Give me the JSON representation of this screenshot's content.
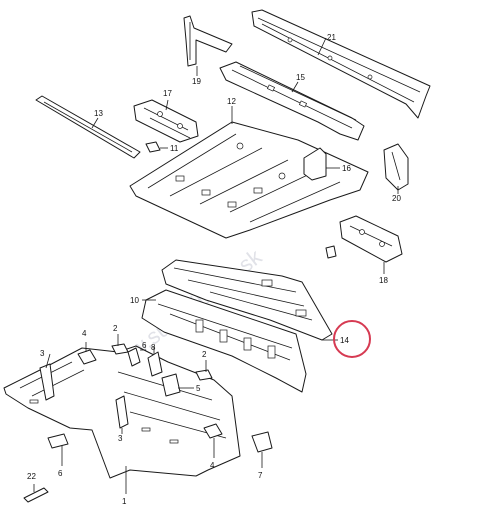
{
  "watermark": "www.suzukiparts.sk",
  "highlight_color": "#d63a52",
  "highlighted_part": "14",
  "callouts": {
    "p1": "1",
    "p2a": "2",
    "p2b": "2",
    "p3a": "3",
    "p3b": "3",
    "p4a": "4",
    "p4b": "4",
    "p5": "5",
    "p6a": "6",
    "p6b": "6",
    "p7": "7",
    "p8": "8",
    "p10": "10",
    "p11": "11",
    "p12": "12",
    "p13": "13",
    "p14": "14",
    "p15": "15",
    "p16": "16",
    "p17": "17",
    "p18": "18",
    "p19": "19",
    "p20": "20",
    "p21": "21",
    "p22": "22"
  }
}
